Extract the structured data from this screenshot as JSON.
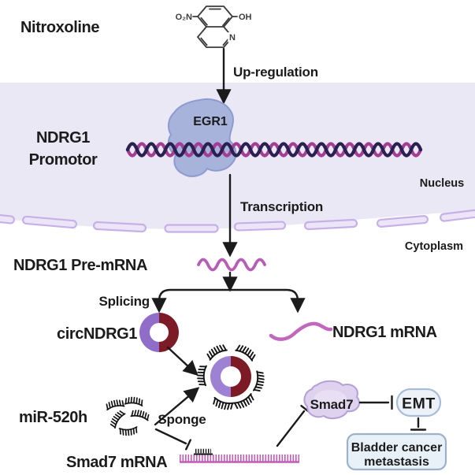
{
  "labels": {
    "nitroxoline": "Nitroxoline",
    "up_regulation": "Up-regulation",
    "egr1": "EGR1",
    "promoter_line1": "NDRG1",
    "promoter_line2": "Promotor",
    "nucleus": "Nucleus",
    "transcription": "Transcription",
    "cytoplasm": "Cytoplasm",
    "pre_mrna": "NDRG1 Pre-mRNA",
    "splicing": "Splicing",
    "circ_ndrg1": "circNDRG1",
    "ndrg1_mrna": "NDRG1 mRNA",
    "mir_520h": "miR-520h",
    "sponge": "Sponge",
    "smad7_mrna": "Smad7 mRNA",
    "smad7": "Smad7",
    "emt": "EMT",
    "metastasis_line1": "Bladder cancer",
    "metastasis_line2": "metastasis"
  },
  "molecule": {
    "name": "Nitroxoline",
    "nitro_group": "O₂N",
    "hydroxyl_group": "OH",
    "ring_nitrogen": "N"
  },
  "colors": {
    "background": "#ffffff",
    "nucleus_bg": "#e9e8f4",
    "membrane_fill": "#ece5f7",
    "membrane_stroke": "#c6b0e7",
    "dna_strand_dark": "#2a2152",
    "dna_strand_pink": "#a23f94",
    "pre_mrna_pink": "#b85cb5",
    "mrna_pink": "#c168bd",
    "smad7_mrna_pink": "#c25cb9",
    "circ_ring_purple": "#8f6dc9",
    "complex_ring_purple": "#9d82d3",
    "ring_maroon": "#7c1a26",
    "egr1_fill": "#a7b3db",
    "egr1_stroke": "#8d9bd0",
    "smad7_fill": "#ded2ee",
    "smad7_stroke": "#b5a0d6",
    "smad7_inner": "#e9dff5",
    "emt_fill": "#edf2f9",
    "emt_stroke": "#a8bcd8",
    "metastasis_fill": "#e8f0f8",
    "metastasis_stroke": "#9db1cb",
    "nucleus_label_color": "#8e81c8",
    "cytoplasm_label_color": "#b3b3bb",
    "mirna_ink": "#141414",
    "arrow_ink": "#1b1b1b"
  },
  "icons": {
    "dna": "double-helix",
    "nuclear_membrane": "dashed-capsule-segments",
    "mirna": "comb-arc",
    "circ_rna": "two-tone-donut-ring",
    "mrna": "wavy-line",
    "inhibition": "t-bar",
    "activation": "arrow"
  }
}
